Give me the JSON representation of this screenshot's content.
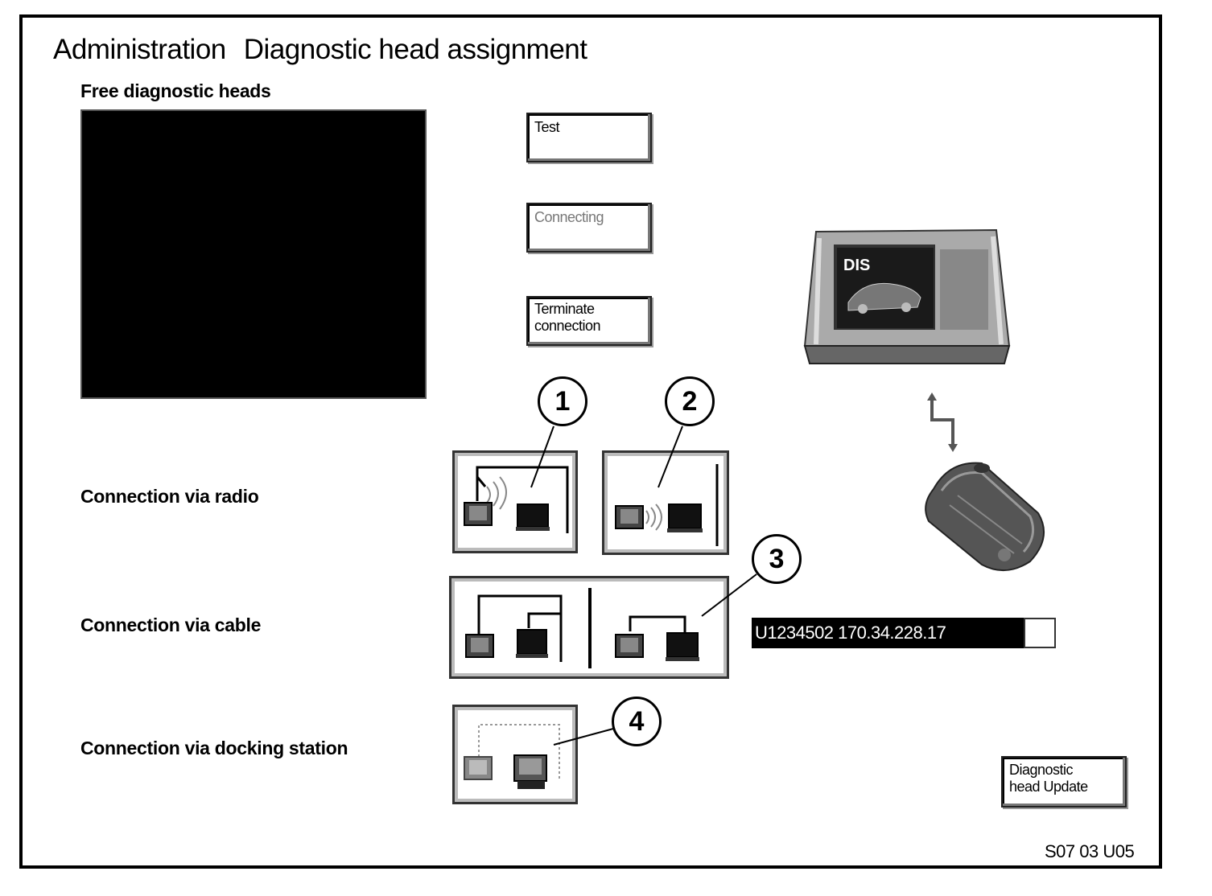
{
  "header": {
    "title_section": "Administration",
    "title_page": "Diagnostic head assignment"
  },
  "free_heads": {
    "label": "Free diagnostic heads"
  },
  "buttons": {
    "test": "Test",
    "connecting": "Connecting",
    "terminate_line1": "Terminate",
    "terminate_line2": "connection",
    "update_line1": "Diagnostic",
    "update_line2": "head Update"
  },
  "connections": {
    "radio": "Connection via radio",
    "cable": "Connection via cable",
    "docking": "Connection via docking station"
  },
  "callouts": [
    "1",
    "2",
    "3",
    "4"
  ],
  "assigned_head": {
    "value": "U1234502 170.34.228.17",
    "checked": false
  },
  "device": {
    "screen_label": "DIS"
  },
  "footer": {
    "code": "S07 03 U05"
  },
  "icons": [
    "laptop-icon",
    "diagnostic-head-icon",
    "radio-waves-icon",
    "cable-icon",
    "docking-station-icon",
    "connection-arrow-icon"
  ]
}
